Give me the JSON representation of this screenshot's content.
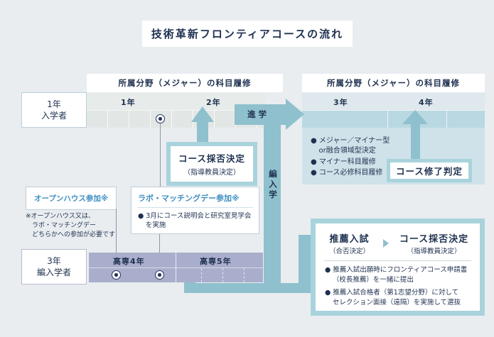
{
  "title": "技術革新フロンティアコースの流れ",
  "entrants": {
    "year1": {
      "line1": "1年",
      "line2": "入学者"
    },
    "year3": {
      "line1": "3年",
      "line2": "編入学者"
    }
  },
  "timeline": {
    "major_header_left": "所属分野（メジャー）の科目履修",
    "major_header_right": "所属分野（メジャー）の科目履修",
    "year_labels_left": [
      "1年",
      "2年"
    ],
    "year_labels_right": [
      "3年",
      "4年"
    ],
    "kosen_labels": [
      "高専4年",
      "高専5年"
    ],
    "shingaku_label": "進学",
    "hennyugaku_label": "編入学"
  },
  "boxes": {
    "course_decision": {
      "title": "コース採否決定",
      "subtitle": "（指導教員決定）"
    },
    "course_completion": {
      "title": "コース修了判定"
    },
    "open_house": {
      "title": "オープンハウス参加※"
    },
    "lab_matching": {
      "title": "ラボ・マッチングデー参加※",
      "bullet": "● 3月にコース説明会と研究室見学会\nを実施"
    },
    "recommendation": {
      "left_title": "推薦入試",
      "left_sub": "（合否決定）",
      "right_title": "コース採否決定",
      "right_sub": "（指導教員決定）",
      "bullets": [
        "● 推薦入試出願時にフロンティアコース申請書\n（校長推薦）を一緒に提出",
        "● 推薦入試合格者（第1志望分野）に対して\nセレクション面接（遠隔）を実施して選抜"
      ]
    }
  },
  "notes": {
    "open_house_note": "※オープンハウス又は、\nラボ・マッチングデー\nどちらかへの参加が必要です",
    "right_bullets": [
      "● メジャー／マイナー型\nor融合領域型決定",
      "● マイナー科目履修",
      "● コース必修科目履修"
    ]
  },
  "colors": {
    "background": "#e9edf0",
    "navy_text": "#1f3150",
    "teal_arrow": "#8fc0cd",
    "teal_border": "#a9d3dc",
    "band_blue": "#b9d8e2",
    "panel_blue": "#cfe2e9",
    "purple_band": "#a9aecc",
    "link_blue": "#3e8fc0"
  }
}
